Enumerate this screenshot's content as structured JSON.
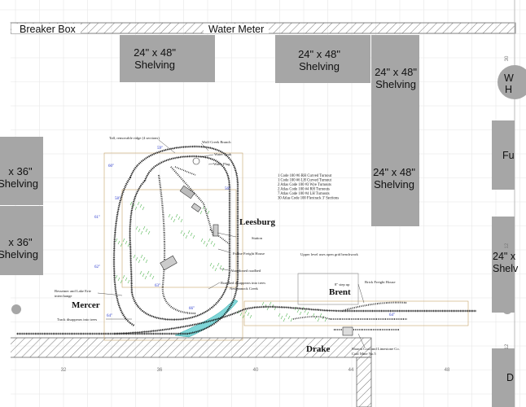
{
  "room": {
    "breaker_box": "Breaker Box",
    "water_meter": "Water Meter"
  },
  "shelving": [
    {
      "id": "s1",
      "line1": "24\" x 48\"",
      "line2": "Shelving"
    },
    {
      "id": "s2",
      "line1": "24\" x 48\"",
      "line2": "Shelving"
    },
    {
      "id": "s3",
      "line1": "24\" x 48\"",
      "line2": "Shelving"
    },
    {
      "id": "s4",
      "line1": "24\" x 48\"",
      "line2": "Shelving"
    },
    {
      "id": "s5",
      "line1": "x 36\"",
      "line2": "Shelving"
    },
    {
      "id": "s6",
      "line1": "x 36\"",
      "line2": "Shelving"
    },
    {
      "id": "s7",
      "line1": "24\" x",
      "line2": "Shelv"
    },
    {
      "id": "s8",
      "line1": "Fu",
      "line2": ""
    },
    {
      "id": "s9",
      "line1": "D",
      "line2": ""
    },
    {
      "id": "circle",
      "line1": "W",
      "line2": "H"
    }
  ],
  "towns": {
    "leesburg": "Leesburg",
    "mercer": "Mercer",
    "brent": "Brent",
    "drake": "Drake"
  },
  "labels": {
    "ridge": "Tall, removable ridge (4 sections)",
    "wolf_creek": "Wolf Creek Branch",
    "water_tank": "Water Tank",
    "water_plug": "Water Plug",
    "station": "Station",
    "frame_freight": "Frame Freight House",
    "upper_level": "Upper level uses open grid benchwork",
    "abandoned": "Abandoned roadbed",
    "roadbed_trees": "Roadbed disappears into trees",
    "neshannock": "Neshannock Creek",
    "bessemer": "Bessemer and Lake Erie",
    "interchange": "interchange",
    "track_trees": "Track disappears into trees",
    "step_up": "8\" step up",
    "brick_freight": "Brick Freight House",
    "sharon_1": "Sharon Coal and Limestone Co.",
    "sharon_2": "Coal Mine No.5"
  },
  "legend": [
    "1 Code 100 #6 RH Curved Turnout",
    "1 Code 100 #6 LH Curved Turnout",
    "2 Atlas Code 100 #3 Wye Turnouts",
    "2 Atlas Code 100 #4 RH Turnouts",
    "7 Atlas Code 100 #4 LH Turnouts",
    "30 Atlas Code 100 Flextrack 3' Sections"
  ],
  "grades": [
    "59\"",
    "60\"",
    "58\"",
    "56\"",
    "61\"",
    "62\"",
    "63\"",
    "64\"",
    "66\"",
    "64\""
  ],
  "grid_numbers": {
    "bottom": [
      "32",
      "36",
      "40",
      "44",
      "48"
    ],
    "right": [
      "30",
      "12",
      "12"
    ]
  }
}
